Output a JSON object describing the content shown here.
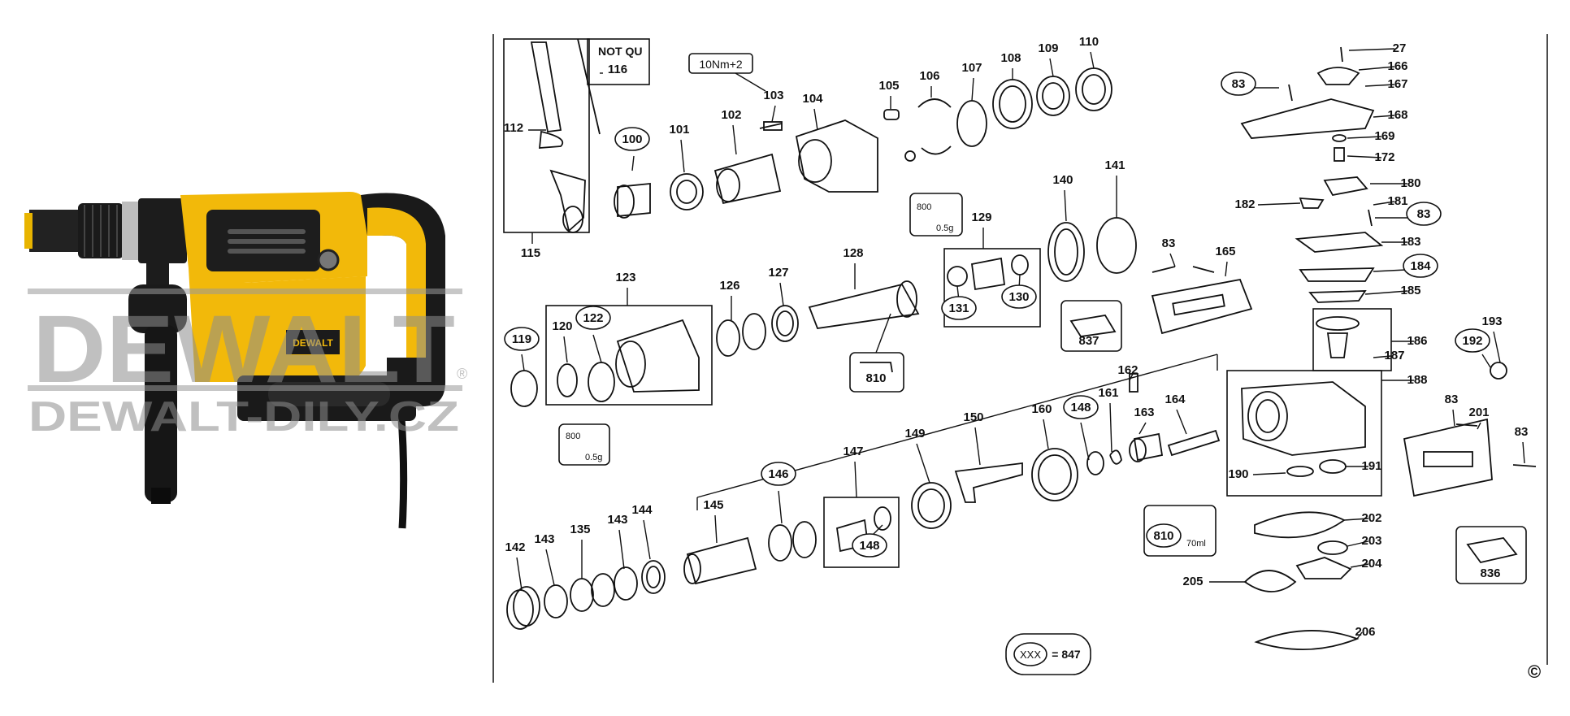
{
  "watermark": {
    "brand": "DEWALT",
    "registered": "®",
    "site": "DEWALT-DILY.CZ"
  },
  "tool_badge": "DEWALT",
  "notes": {
    "not_qu": "NOT QU",
    "torque": "10Nm+2",
    "legend_key": "XXX",
    "legend_value": "= 847",
    "copyright": "©"
  },
  "grease": {
    "g800a": "800",
    "g800a_qty": "0.5g",
    "g800b": "800",
    "g800b_qty": "0.5g",
    "g810_qty": "70ml"
  },
  "parts": [
    {
      "id": "p112",
      "label": "112"
    },
    {
      "id": "p116",
      "label": "116"
    },
    {
      "id": "p115",
      "label": "115"
    },
    {
      "id": "p100",
      "label": "100"
    },
    {
      "id": "p101",
      "label": "101"
    },
    {
      "id": "p102",
      "label": "102"
    },
    {
      "id": "p103",
      "label": "103"
    },
    {
      "id": "p104",
      "label": "104"
    },
    {
      "id": "p105",
      "label": "105"
    },
    {
      "id": "p106",
      "label": "106"
    },
    {
      "id": "p107",
      "label": "107"
    },
    {
      "id": "p108",
      "label": "108"
    },
    {
      "id": "p109",
      "label": "109"
    },
    {
      "id": "p110",
      "label": "110"
    },
    {
      "id": "p129",
      "label": "129"
    },
    {
      "id": "p131",
      "label": "131"
    },
    {
      "id": "p130",
      "label": "130"
    },
    {
      "id": "p837",
      "label": "837"
    },
    {
      "id": "p140",
      "label": "140"
    },
    {
      "id": "p141",
      "label": "141"
    },
    {
      "id": "p83a",
      "label": "83"
    },
    {
      "id": "p165",
      "label": "165"
    },
    {
      "id": "p123",
      "label": "123"
    },
    {
      "id": "p119",
      "label": "119"
    },
    {
      "id": "p120",
      "label": "120"
    },
    {
      "id": "p122",
      "label": "122"
    },
    {
      "id": "p126",
      "label": "126"
    },
    {
      "id": "p127",
      "label": "127"
    },
    {
      "id": "p128",
      "label": "128"
    },
    {
      "id": "p810a",
      "label": "810"
    },
    {
      "id": "p162",
      "label": "162"
    },
    {
      "id": "p161",
      "label": "161"
    },
    {
      "id": "p163",
      "label": "163"
    },
    {
      "id": "p164",
      "label": "164"
    },
    {
      "id": "p160",
      "label": "160"
    },
    {
      "id": "p148a",
      "label": "148"
    },
    {
      "id": "p149",
      "label": "149"
    },
    {
      "id": "p150",
      "label": "150"
    },
    {
      "id": "p146",
      "label": "146"
    },
    {
      "id": "p147",
      "label": "147"
    },
    {
      "id": "p148b",
      "label": "148"
    },
    {
      "id": "p145",
      "label": "145"
    },
    {
      "id": "p144",
      "label": "144"
    },
    {
      "id": "p143b",
      "label": "143"
    },
    {
      "id": "p135",
      "label": "135"
    },
    {
      "id": "p143a",
      "label": "143"
    },
    {
      "id": "p142",
      "label": "142"
    },
    {
      "id": "p27",
      "label": "27"
    },
    {
      "id": "p166",
      "label": "166"
    },
    {
      "id": "p83b",
      "label": "83"
    },
    {
      "id": "p167",
      "label": "167"
    },
    {
      "id": "p168",
      "label": "168"
    },
    {
      "id": "p169",
      "label": "169"
    },
    {
      "id": "p172",
      "label": "172"
    },
    {
      "id": "p180",
      "label": "180"
    },
    {
      "id": "p182",
      "label": "182"
    },
    {
      "id": "p181",
      "label": "181"
    },
    {
      "id": "p83c",
      "label": "83"
    },
    {
      "id": "p183",
      "label": "183"
    },
    {
      "id": "p184",
      "label": "184"
    },
    {
      "id": "p185",
      "label": "185"
    },
    {
      "id": "p186",
      "label": "186"
    },
    {
      "id": "p187",
      "label": "187"
    },
    {
      "id": "p192",
      "label": "192"
    },
    {
      "id": "p193",
      "label": "193"
    },
    {
      "id": "p188",
      "label": "188"
    },
    {
      "id": "p83d",
      "label": "83"
    },
    {
      "id": "p201",
      "label": "201"
    },
    {
      "id": "p83e",
      "label": "83"
    },
    {
      "id": "p190",
      "label": "190"
    },
    {
      "id": "p191",
      "label": "191"
    },
    {
      "id": "p202",
      "label": "202"
    },
    {
      "id": "p810b",
      "label": "810"
    },
    {
      "id": "p203",
      "label": "203"
    },
    {
      "id": "p204",
      "label": "204"
    },
    {
      "id": "p205",
      "label": "205"
    },
    {
      "id": "p836",
      "label": "836"
    },
    {
      "id": "p206",
      "label": "206"
    }
  ]
}
